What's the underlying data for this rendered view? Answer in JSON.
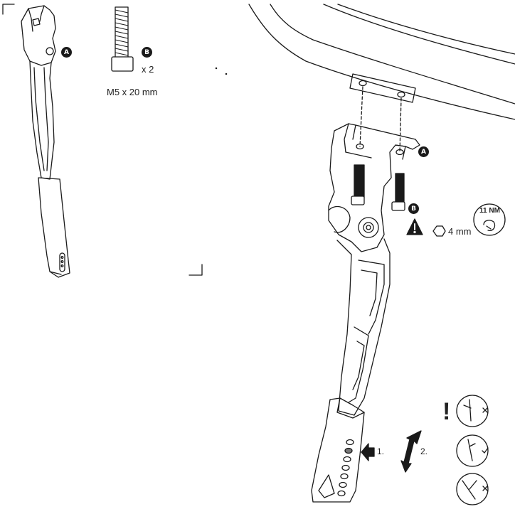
{
  "parts": {
    "part_a": {
      "label": "A"
    },
    "part_b": {
      "label": "B",
      "quantity": "x 2",
      "size": "M5 x 20 mm"
    }
  },
  "install": {
    "label_a": "A",
    "label_b": "B",
    "tool": "4 mm",
    "torque": "11 NM"
  },
  "adjust": {
    "step1": "1.",
    "step2": "2.",
    "warning": "!"
  },
  "icons": {
    "hex": "hex-key-icon",
    "warn": "warning-triangle-icon",
    "torque": "torque-wrench-icon"
  },
  "colors": {
    "ink": "#1a1a1a",
    "paper": "#ffffff"
  }
}
